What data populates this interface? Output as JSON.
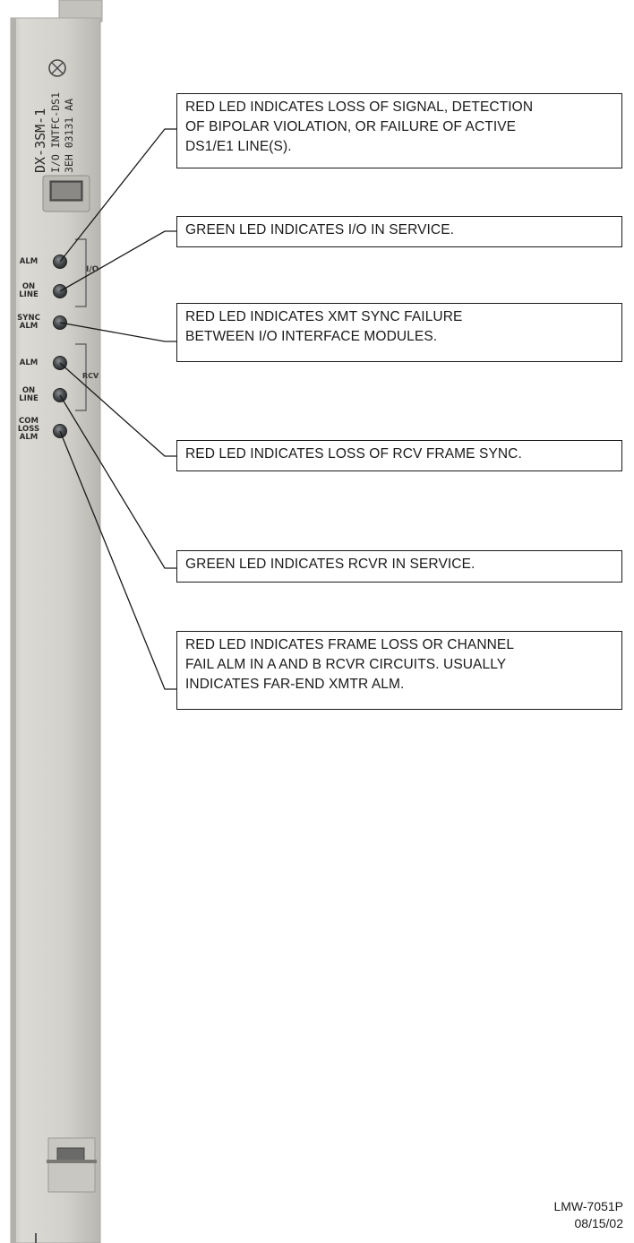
{
  "module": {
    "model": "DX-3SM-1",
    "type_line": "I/O INTFC-DS1",
    "part_line": "3EH 03131 AA",
    "led_groups": {
      "io": "I/O",
      "rcv": "RCV"
    },
    "led_labels": {
      "io_alm": "ALM",
      "io_online": "ON\nLINE",
      "sync_alm": "SYNC\nALM",
      "rcv_alm": "ALM",
      "rcv_online": "ON\nLINE",
      "com_loss_alm": "COM\nLOSS\nALM"
    }
  },
  "callouts": {
    "io_alm": "RED LED INDICATES LOSS OF SIGNAL, DETECTION\nOF BIPOLAR VIOLATION, OR FAILURE OF ACTIVE\nDS1/E1 LINE(S).",
    "io_online": "GREEN LED INDICATES I/O IN SERVICE.",
    "sync_alm": "RED LED INDICATES XMT SYNC FAILURE\nBETWEEN I/O INTERFACE MODULES.",
    "rcv_alm": "RED LED INDICATES LOSS OF RCV FRAME SYNC.",
    "rcv_online": "GREEN LED INDICATES RCVR IN SERVICE.",
    "com_loss_alm": "RED LED INDICATES FRAME LOSS OR CHANNEL\nFAIL  ALM IN A AND B RCVR CIRCUITS. USUALLY\nINDICATES FAR-END XMTR ALM."
  },
  "footer": {
    "doc_id": "LMW-7051P",
    "date": "08/15/02"
  },
  "colors": {
    "panel": "#cfcdc8",
    "panel_edge": "#a9a7a2",
    "led": "#4a4e50",
    "line": "#1a1a1a"
  }
}
